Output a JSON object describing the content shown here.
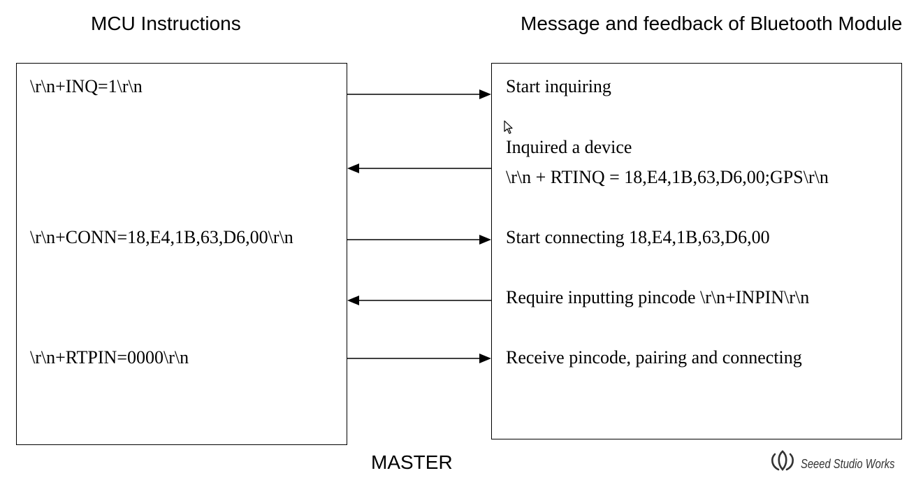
{
  "headers": {
    "left": "MCU Instructions",
    "right": "Message and feedback of Bluetooth Module"
  },
  "mcu_instructions": [
    "\\r\\n+INQ=1\\r\\n",
    "\\r\\n+CONN=18,E4,1B,63,D6,00\\r\\n",
    "\\r\\n+RTPIN=0000\\r\\n"
  ],
  "module_messages": [
    "Start inquiring",
    "Inquired a device",
    "\\r\\n + RTINQ = 18,E4,1B,63,D6,00;GPS\\r\\n",
    "Start connecting 18,E4,1B,63,D6,00",
    "Require inputting pincode \\r\\n+INPIN\\r\\n",
    "Receive pincode, pairing and connecting"
  ],
  "arrows": [
    {
      "direction": "mcu-to-module"
    },
    {
      "direction": "module-to-mcu"
    },
    {
      "direction": "mcu-to-module"
    },
    {
      "direction": "module-to-mcu"
    },
    {
      "direction": "mcu-to-module"
    }
  ],
  "footer": {
    "label": "MASTER",
    "watermark": "Seeed Studio Works"
  }
}
